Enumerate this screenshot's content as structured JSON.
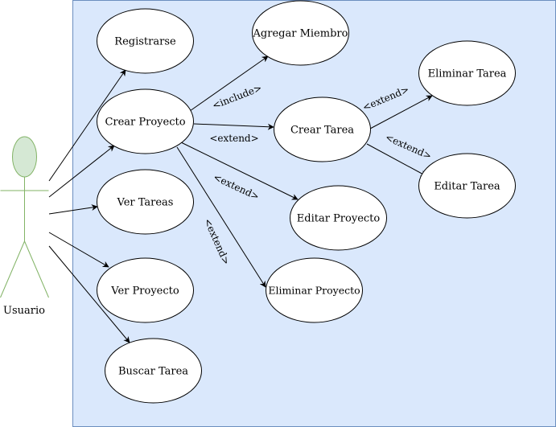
{
  "colors": {
    "system_fill": "#dae8fc",
    "system_stroke": "#6c8ebf",
    "actor_fill": "#d5e8d4",
    "actor_stroke": "#82b366",
    "ellipse_fill": "#ffffff",
    "line": "#000000"
  },
  "actor": {
    "label": "Usuario"
  },
  "use_cases": {
    "registrarse": "Registrarse",
    "crear_proyecto": "Crear Proyecto",
    "ver_tareas": "Ver Tareas",
    "ver_proyecto": "Ver Proyecto",
    "buscar_tarea": "Buscar Tarea",
    "agregar_miembro": "Agregar Miembro",
    "crear_tarea": "Crear Tarea",
    "editar_proyecto": "Editar Proyecto",
    "eliminar_proyecto": "Eliminar Proyecto",
    "eliminar_tarea": "Eliminar Tarea",
    "editar_tarea": "Editar Tarea"
  },
  "relations": {
    "include": "<include>",
    "extend": "<extend>"
  }
}
